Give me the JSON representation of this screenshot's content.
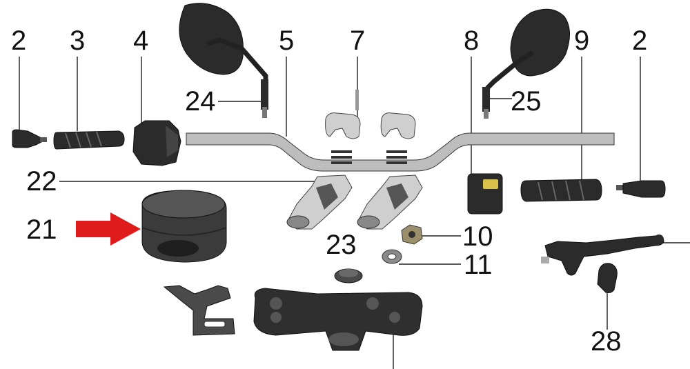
{
  "callouts": [
    {
      "id": "c2a",
      "label": "2"
    },
    {
      "id": "c3",
      "label": "3"
    },
    {
      "id": "c4",
      "label": "4"
    },
    {
      "id": "c5",
      "label": "5"
    },
    {
      "id": "c7",
      "label": "7"
    },
    {
      "id": "c8",
      "label": "8"
    },
    {
      "id": "c9",
      "label": "9"
    },
    {
      "id": "c2b",
      "label": "2"
    },
    {
      "id": "c24",
      "label": "24"
    },
    {
      "id": "c25",
      "label": "25"
    },
    {
      "id": "c22",
      "label": "22"
    },
    {
      "id": "c21",
      "label": "21"
    },
    {
      "id": "c10",
      "label": "10"
    },
    {
      "id": "c23",
      "label": "23"
    },
    {
      "id": "c11",
      "label": "11"
    },
    {
      "id": "c28",
      "label": "28"
    }
  ],
  "colors": {
    "highlight_arrow": "#e01b1b",
    "part_dark": "#2b2b2b",
    "part_chrome": "#cfcfcf",
    "background": "#ffffff"
  },
  "icons": {
    "highlight": "red-arrow-icon"
  }
}
